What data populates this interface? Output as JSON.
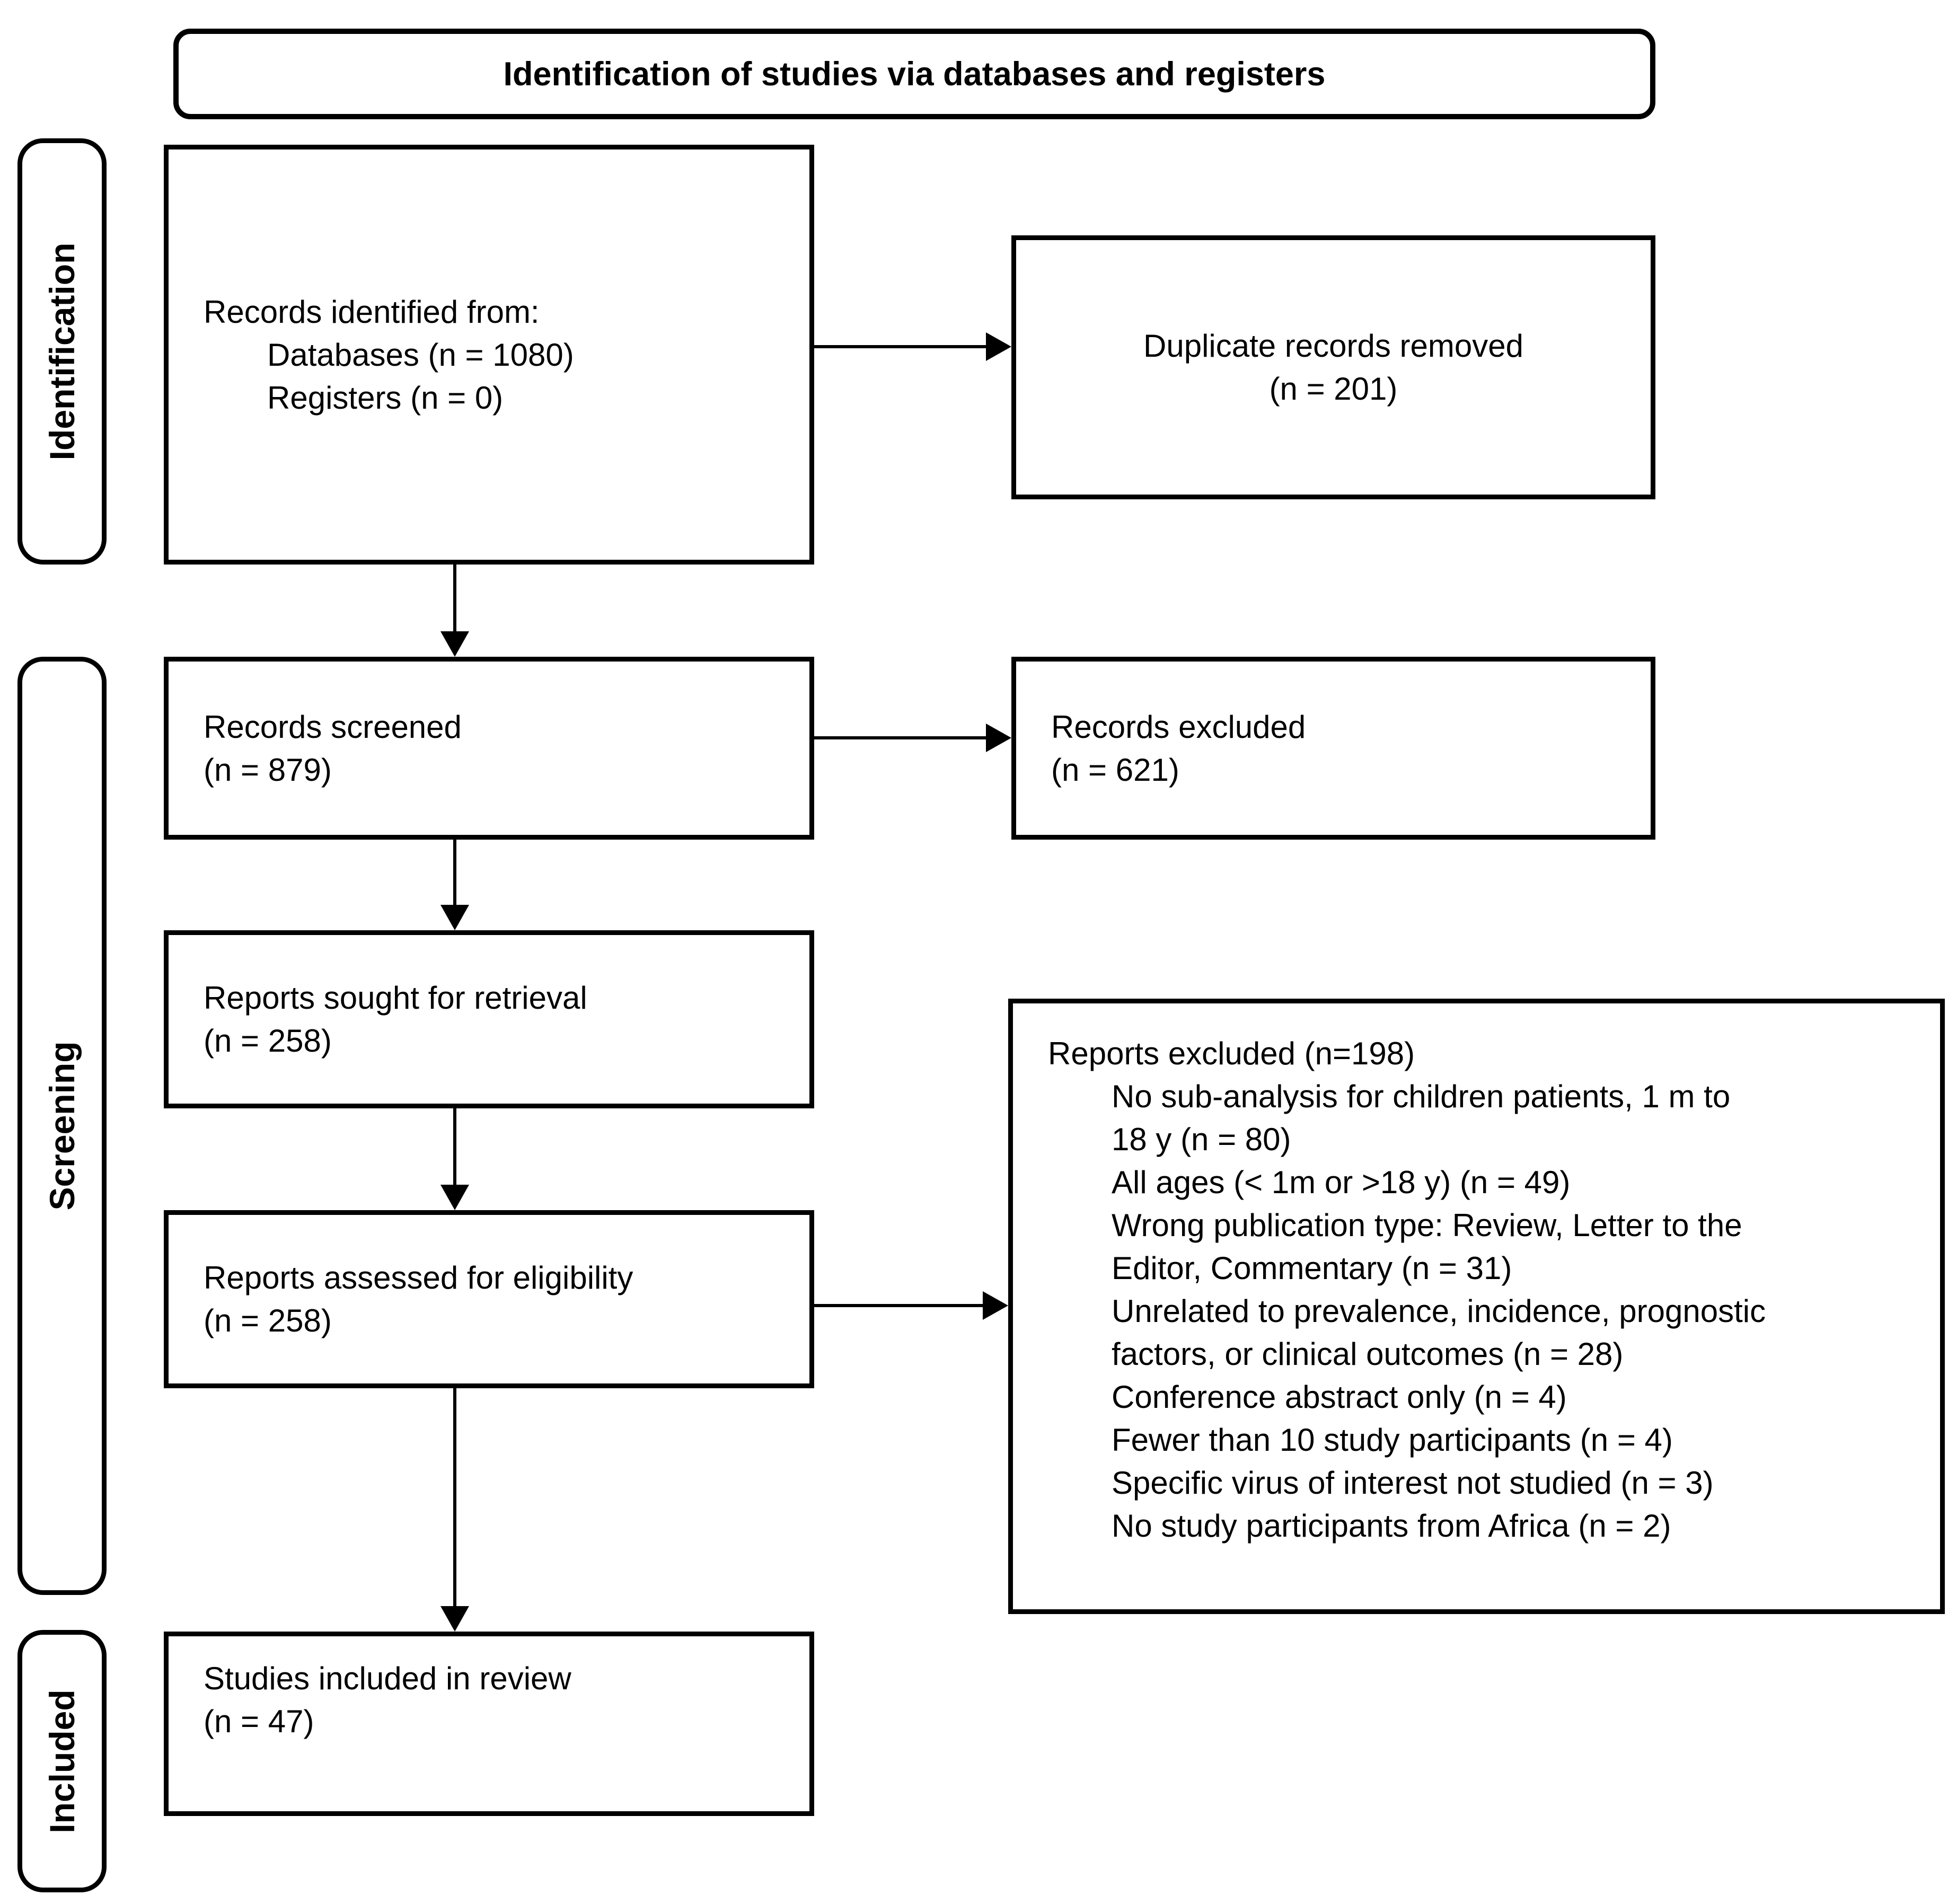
{
  "title": "Identification of studies via databases and registers",
  "stages": {
    "identification": "Identification",
    "screening": "Screening",
    "included": "Included"
  },
  "boxes": {
    "records_identified": {
      "label": "Records identified from:",
      "items": [
        "Databases (n = 1080)",
        "Registers (n = 0)"
      ]
    },
    "duplicates_removed": {
      "lines": [
        "Duplicate records removed",
        "(n = 201)"
      ]
    },
    "records_screened": {
      "lines": [
        "Records screened",
        "(n = 879)"
      ]
    },
    "records_excluded": {
      "lines": [
        "Records excluded",
        "(n = 621)"
      ]
    },
    "reports_sought": {
      "lines": [
        "Reports sought for retrieval",
        "(n = 258)"
      ]
    },
    "reports_assessed": {
      "lines": [
        "Reports assessed for eligibility",
        "(n = 258)"
      ]
    },
    "reports_excluded": {
      "header": "Reports excluded (n=198)",
      "reasons": [
        "No sub-analysis for children patients, 1 m to\n18 y (n = 80)",
        "All ages (< 1m or >18 y) (n = 49)",
        "Wrong publication type: Review, Letter to the\nEditor, Commentary (n = 31)",
        "Unrelated to prevalence, incidence, prognostic\nfactors, or clinical outcomes (n = 28)",
        "Conference abstract only (n = 4)",
        "Fewer than 10 study participants (n = 4)",
        "Specific virus of interest not studied (n = 3)",
        "No study participants from Africa (n = 2)"
      ]
    },
    "studies_included": {
      "lines": [
        "Studies included in review",
        "(n = 47)"
      ]
    }
  }
}
